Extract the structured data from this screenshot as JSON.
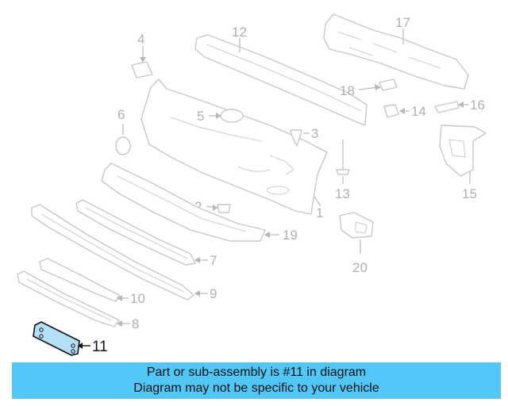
{
  "diagram": {
    "callouts": {
      "c1": "1",
      "c2": "2",
      "c3": "3",
      "c4": "4",
      "c5": "5",
      "c6": "6",
      "c7": "7",
      "c8": "8",
      "c9": "9",
      "c10": "10",
      "c11": "11",
      "c12": "12",
      "c13": "13",
      "c14": "14",
      "c15": "15",
      "c16": "16",
      "c17": "17",
      "c18": "18",
      "c19": "19",
      "c20": "20"
    },
    "highlighted_part": "11",
    "highlight_color": "#b3e0f6"
  },
  "banner": {
    "line1": "Part or sub-assembly is #11 in diagram",
    "line2": "Diagram may not be specific to your vehicle",
    "background": "#52c7f7"
  }
}
